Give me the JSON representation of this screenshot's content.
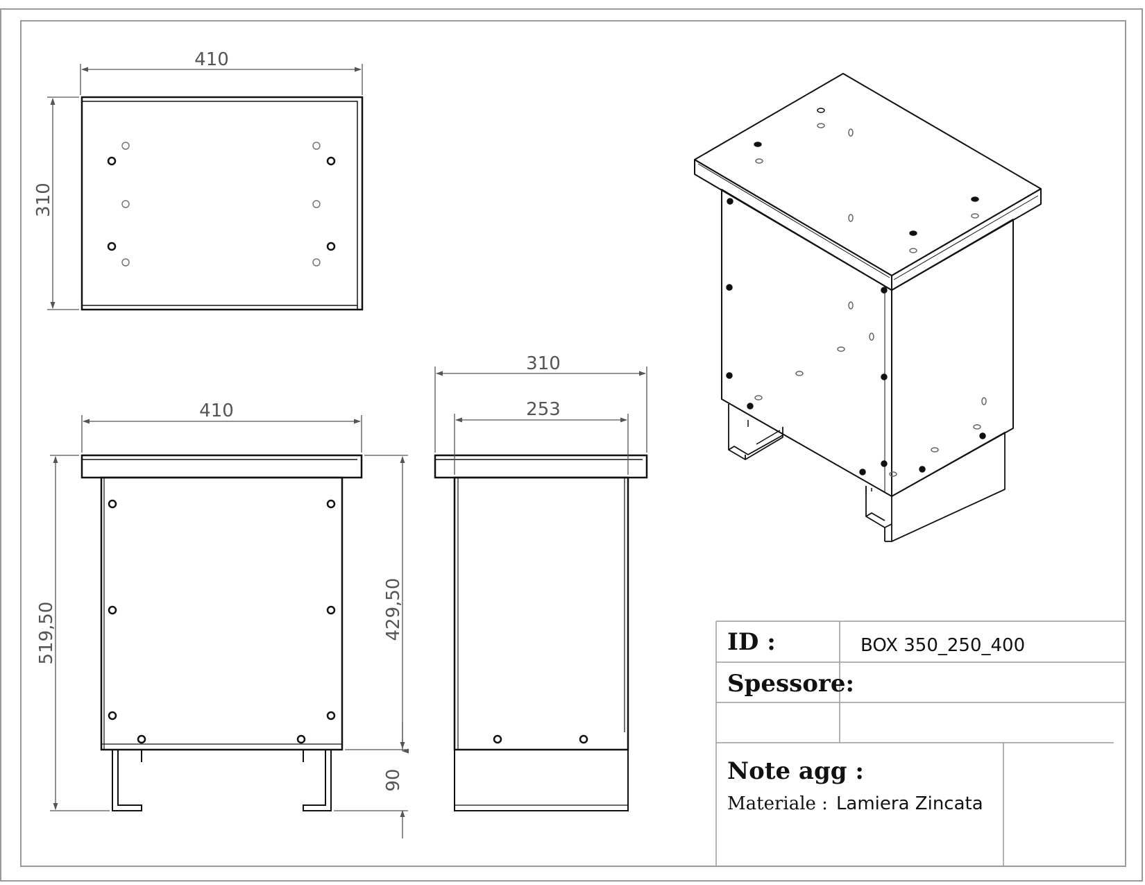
{
  "views": {
    "top": {
      "width_dim": "410",
      "depth_dim": "310"
    },
    "front": {
      "width_dim": "410",
      "total_height_dim": "519,50",
      "body_height_dim": "429,50",
      "feet_height_dim": "90"
    },
    "side": {
      "outer_width_dim": "310",
      "inner_width_dim": "253"
    }
  },
  "title_block": {
    "id_label": "ID :",
    "id_value": "BOX 350_250_400",
    "spessore_label": "Spessore:",
    "spessore_value": "",
    "note_label": "Note agg :",
    "materiale_label": "Materiale :",
    "materiale_value": "Lamiera Zincata"
  }
}
